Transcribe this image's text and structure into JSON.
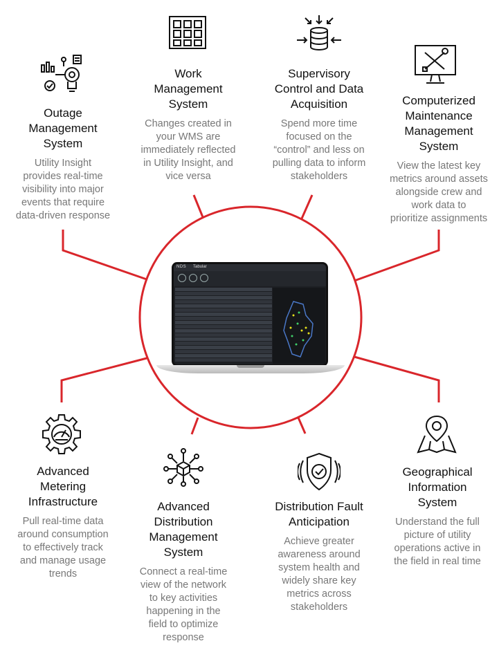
{
  "colors": {
    "accent": "#d9262b",
    "title": "#111111",
    "desc": "#777777"
  },
  "center": {
    "device": "laptop",
    "screen_brand": "NDS",
    "screen_product": "Tabular"
  },
  "items": [
    {
      "id": "oms",
      "icon": "chart-gear-icon",
      "title": "Outage Management System",
      "title_lines": [
        "Outage",
        "Management",
        "System"
      ],
      "desc_lines": [
        "Utility Insight",
        "provides real-time",
        "visibility into major",
        "events that require",
        "data-driven response"
      ]
    },
    {
      "id": "wms",
      "icon": "document-grid-icon",
      "title": "Work Management System",
      "title_lines": [
        "Work",
        "Management",
        "System"
      ],
      "desc_lines": [
        "Changes created in",
        "your WMS are",
        "immediately reflected",
        "in Utility Insight, and",
        "vice versa"
      ]
    },
    {
      "id": "scada",
      "icon": "database-arrows-icon",
      "title": "Supervisory Control and Data Acquisition",
      "title_lines": [
        "Supervisory",
        "Control and Data",
        "Acquisition"
      ],
      "desc_lines": [
        "Spend more time",
        "focused on the",
        "“control” and less on",
        "pulling data to inform",
        "stakeholders"
      ]
    },
    {
      "id": "cmms",
      "icon": "monitor-tools-icon",
      "title": "Computerized Maintenance Management System",
      "title_lines": [
        "Computerized",
        "Maintenance",
        "Management",
        "System"
      ],
      "desc_lines": [
        "View the latest key",
        "metrics around assets",
        "alongside crew and",
        "work data to",
        "prioritize assignments"
      ]
    },
    {
      "id": "ami",
      "icon": "meter-gear-icon",
      "title": "Advanced Metering Infrastructure",
      "title_lines": [
        "Advanced",
        "Metering",
        "Infrastructure"
      ],
      "desc_lines": [
        "Pull real-time data",
        "around consumption",
        "to effectively track",
        "and manage usage",
        "trends"
      ]
    },
    {
      "id": "adms",
      "icon": "network-cube-icon",
      "title": "Advanced Distribution Management System",
      "title_lines": [
        "Advanced",
        "Distribution",
        "Management",
        "System"
      ],
      "desc_lines": [
        "Connect a real-time",
        "view of the network",
        "to key activities",
        "happening in the",
        "field to optimize",
        "response"
      ]
    },
    {
      "id": "dfa",
      "icon": "shield-check-icon",
      "title": "Distribution Fault Anticipation",
      "title_lines": [
        "Distribution Fault",
        "Anticipation"
      ],
      "desc_lines": [
        "Achieve greater",
        "awareness around",
        "system health and",
        "widely share key",
        "metrics across",
        "stakeholders"
      ]
    },
    {
      "id": "gis",
      "icon": "map-pin-icon",
      "title": "Geographical Information System",
      "title_lines": [
        "Geographical",
        "Information",
        "System"
      ],
      "desc_lines": [
        "Understand the full",
        "picture of utility",
        "operations active in",
        "the field in real time"
      ]
    }
  ]
}
